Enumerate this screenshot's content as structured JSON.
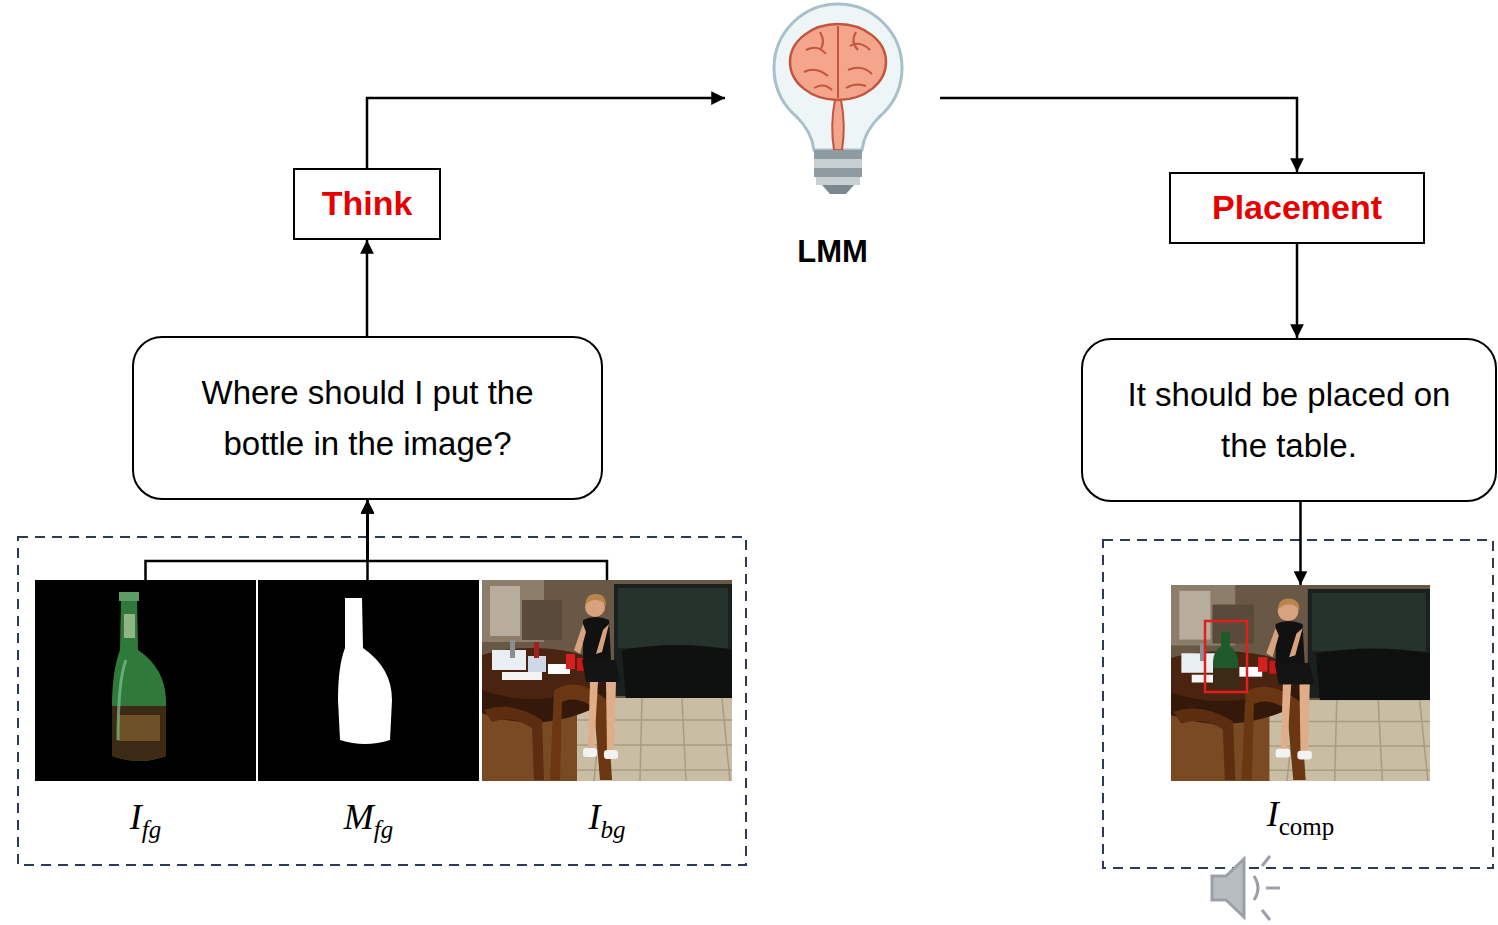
{
  "diagram": {
    "nodes": [
      {
        "text": [
          "Think"
        ]
      },
      {
        "text": [
          "LMM"
        ]
      },
      {
        "text": [
          "Placement"
        ]
      },
      {
        "text": [
          "Where should I put the bottle in the image?"
        ]
      },
      {
        "text": [
          "It should be placed on the table."
        ]
      },
      {
        "text": [
          "I",
          "fg"
        ]
      },
      {
        "text": [
          "M",
          "fg"
        ]
      },
      {
        "text": [
          "I",
          "bg"
        ]
      },
      {
        "text": [
          "I",
          "comp"
        ]
      }
    ],
    "edges": [
      {
        "from": 5,
        "to": 3,
        "arrow": "to"
      },
      {
        "from": 6,
        "to": 3,
        "arrow": "to"
      },
      {
        "from": 7,
        "to": 3,
        "arrow": "to"
      },
      {
        "from": 3,
        "to": 0,
        "arrow": "to"
      },
      {
        "from": 0,
        "to": 1,
        "arrow": "to"
      },
      {
        "from": 1,
        "to": 2,
        "arrow": "to"
      },
      {
        "from": 2,
        "to": 4,
        "arrow": "to"
      },
      {
        "from": 4,
        "to": 8,
        "arrow": "to"
      }
    ]
  }
}
